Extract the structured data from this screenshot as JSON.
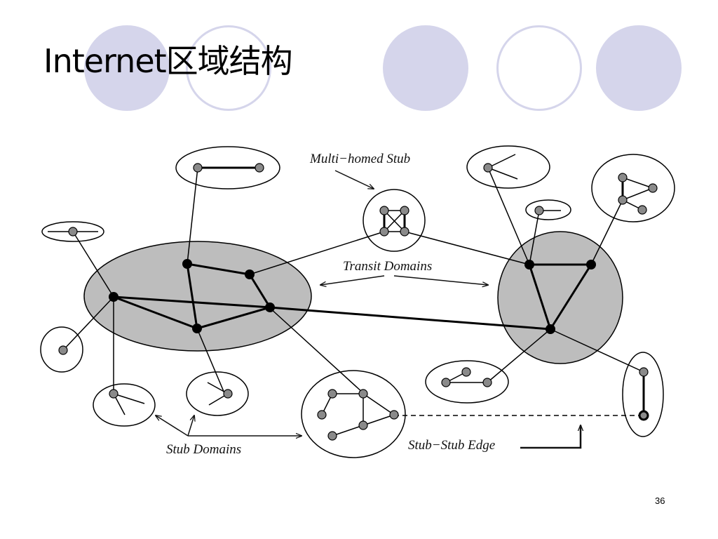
{
  "slide": {
    "title": "Internet区域结构",
    "page_number": "36"
  },
  "diagram": {
    "labels": {
      "multi_homed_stub": "Multi−homed Stub",
      "transit_domains": "Transit Domains",
      "stub_domains": "Stub Domains",
      "stub_stub_edge": "Stub−Stub Edge"
    }
  },
  "colors": {
    "decor_circle": "#d5d5eb",
    "transit_fill": "#bdbdbd",
    "stub_node": "#8a8a8a",
    "transit_node": "#000000"
  }
}
